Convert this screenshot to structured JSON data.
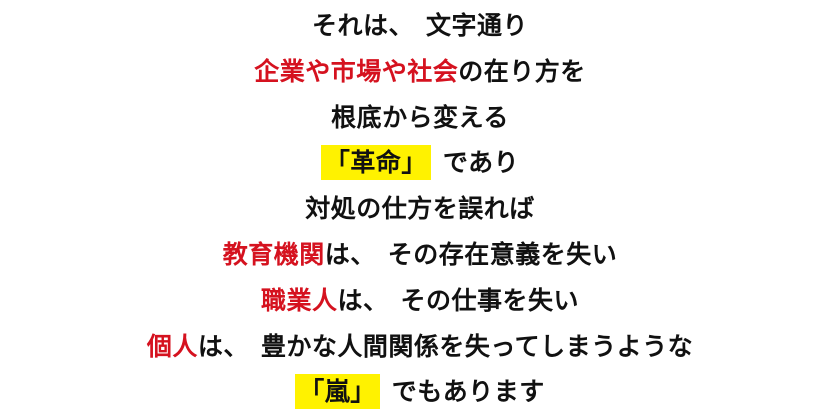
{
  "colors": {
    "text": "#111111",
    "accent_red": "#d5121f",
    "highlight_yellow": "#fff200",
    "background": "#ffffff"
  },
  "lines": [
    {
      "segments": [
        {
          "text": "それは、",
          "style": "plain"
        },
        {
          "text": "文字通り",
          "style": "plain"
        }
      ]
    },
    {
      "segments": [
        {
          "text": "企業や市場や社会",
          "style": "red"
        },
        {
          "text": "の在り方を",
          "style": "plain"
        }
      ]
    },
    {
      "segments": [
        {
          "text": "根底から変える",
          "style": "plain"
        }
      ]
    },
    {
      "segments": [
        {
          "text": "「革命」",
          "style": "highlight"
        },
        {
          "text": "であり",
          "style": "plain"
        }
      ]
    },
    {
      "segments": [
        {
          "text": "対処の仕方を誤れば",
          "style": "plain"
        }
      ]
    },
    {
      "segments": [
        {
          "text": "教育機関",
          "style": "red"
        },
        {
          "text": "は、",
          "style": "plain"
        },
        {
          "text": "その存在意義を失い",
          "style": "plain"
        }
      ]
    },
    {
      "segments": [
        {
          "text": "職業人",
          "style": "red"
        },
        {
          "text": "は、",
          "style": "plain"
        },
        {
          "text": "その仕事を失い",
          "style": "plain"
        }
      ]
    },
    {
      "segments": [
        {
          "text": "個人",
          "style": "red"
        },
        {
          "text": "は、",
          "style": "plain"
        },
        {
          "text": "豊かな人間関係を失ってしまうような",
          "style": "plain"
        }
      ]
    },
    {
      "segments": [
        {
          "text": "「嵐」",
          "style": "highlight"
        },
        {
          "text": "でもあります",
          "style": "plain"
        }
      ]
    }
  ]
}
